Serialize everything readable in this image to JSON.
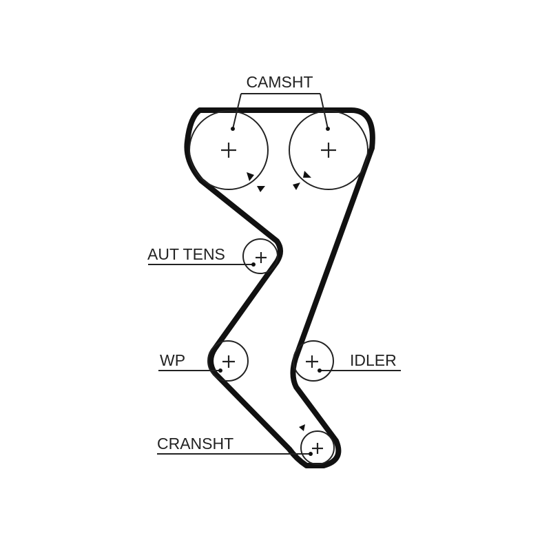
{
  "diagram": {
    "labels": {
      "camshaft": "CAMSHT",
      "tensioner": "AUT TENS",
      "water_pump": "WP",
      "idler": "IDLER",
      "crankshaft": "CRANSHT"
    },
    "colors": {
      "belt": "#111111",
      "pulley": "#222222",
      "label": "#222222",
      "background": "#ffffff"
    },
    "icons": {
      "pulley_center": "plus-icon",
      "rotation_direction": "triangle-arrow-icon"
    }
  }
}
